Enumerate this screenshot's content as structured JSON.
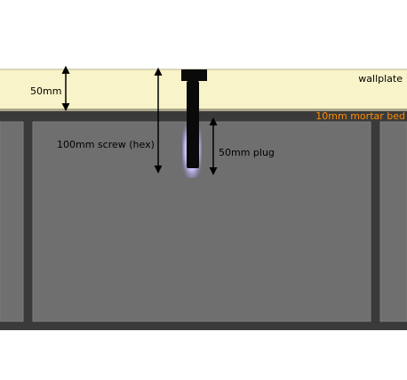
{
  "diagram": {
    "labels": {
      "wallplate": "wallplate",
      "mortar_bed": "10mm mortar bed",
      "wallplate_thickness": "50mm",
      "screw": "100mm screw (hex)",
      "plug": "50mm plug"
    },
    "colors": {
      "background": "#ffffff",
      "wallplate_fill": "#f8f3c8",
      "wallplate_edge": "#b9b48c",
      "mortar": "#3a3a3a",
      "block_face": "#6f6f6f",
      "block_edge": "#7e7e7e",
      "screw": "#0a0a0a",
      "plug_glow": "#d6ccff",
      "mortar_label": "#ff8c00",
      "text": "#000000"
    }
  }
}
